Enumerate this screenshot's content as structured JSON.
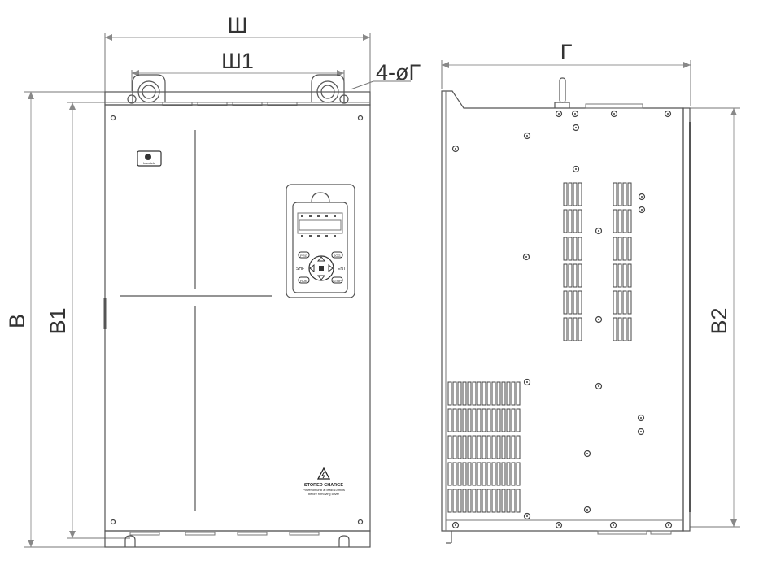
{
  "dimensions": {
    "width": "Ш",
    "width_mount": "Ш1",
    "holes": "4-øГ",
    "depth": "Г",
    "height": "В",
    "height_mount": "В1",
    "height_side": "В2"
  },
  "keypad": {
    "prg": "PRG",
    "jog": "JOG",
    "shf": "SHF",
    "ent": "ENT",
    "run": "RUN",
    "stop": "STOP"
  },
  "warning": {
    "title": "STORED CHARGE",
    "line1": "Power on until at least 10 mins",
    "line2": "before removing cover"
  },
  "logo": {
    "text": "Invertek"
  },
  "colors": {
    "line": "#555555",
    "dimension": "#aaaaaa",
    "text": "#333333"
  }
}
